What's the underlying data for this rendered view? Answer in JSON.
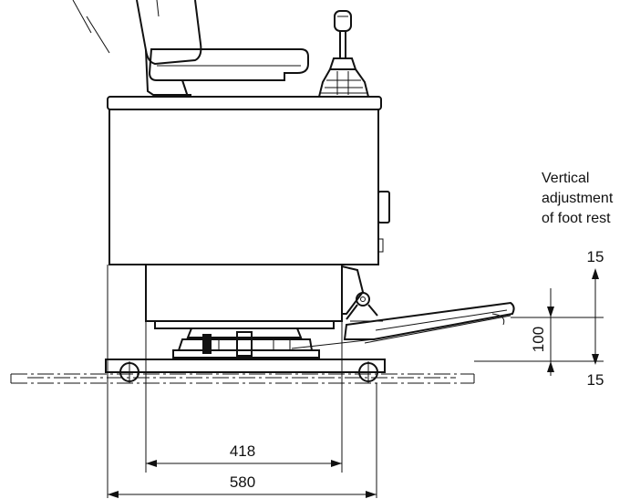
{
  "annotations": {
    "caption_line1": "Vertical",
    "caption_line2": "adjustment",
    "caption_line3": "of foot rest",
    "adjust_up": "15",
    "adjust_down": "15",
    "range": "100",
    "inner_width": "418",
    "outer_width": "580"
  }
}
